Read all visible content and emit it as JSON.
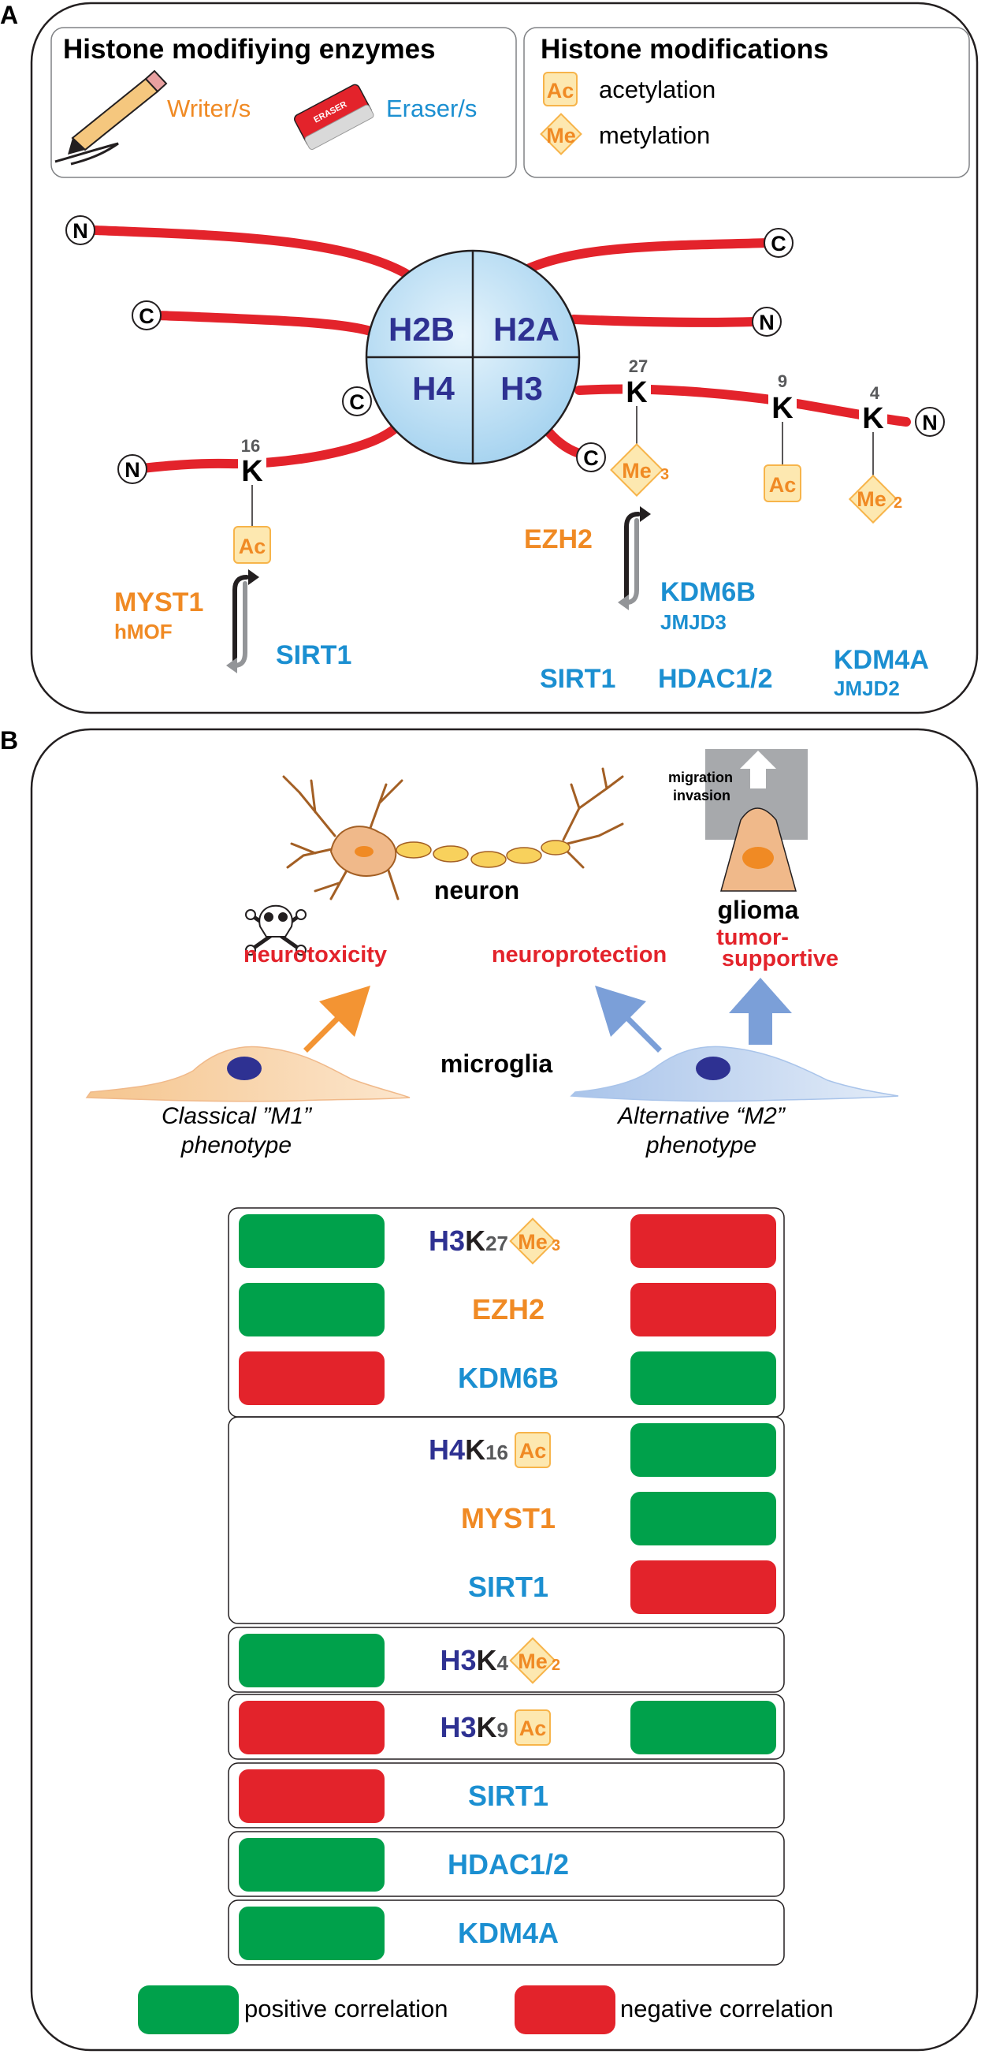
{
  "colors": {
    "writer": "#f08a24",
    "eraser": "#1b8fd1",
    "histone": "#2e3192",
    "tail": "#e3232b",
    "positive": "#00a14b",
    "negative": "#e3232b",
    "mark_fill": "#fde8b0",
    "mark_text": "#f08a24",
    "effect": "#e3232b"
  },
  "panel_a": {
    "label": "A",
    "legend_enzymes_title": "Histone modifiying enzymes",
    "writer_label": "Writer/s",
    "eraser_label": "Eraser/s",
    "eraser_stamp": "ERASER",
    "legend_mods_title": "Histone modifications",
    "ac_badge": "Ac",
    "ac_label": "acetylation",
    "me_badge": "Me",
    "me_label": "metylation",
    "histones": [
      "H2B",
      "H2A",
      "H4",
      "H3"
    ],
    "terminal_n": "N",
    "terminal_c": "C",
    "lysine": "K",
    "k27": "27",
    "k9": "9",
    "k4": "4",
    "k16": "16",
    "me3_sub": "3",
    "me2_sub": "2",
    "ezh2": "EZH2",
    "kdm6b": "KDM6B",
    "jmjd3": "JMJD3",
    "myst1": "MYST1",
    "hmof": "hMOF",
    "sirt1_h4": "SIRT1",
    "sirt1_h3": "SIRT1",
    "hdac": "HDAC1/2",
    "kdm4a": "KDM4A",
    "jmjd2": "JMJD2"
  },
  "panel_b": {
    "label": "B",
    "neuron": "neuron",
    "glioma": "glioma",
    "migration": "migration",
    "invasion": "invasion",
    "neurotoxicity": "neurotoxicity",
    "neuroprotection": "neuroprotection",
    "tumor_line1": "tumor-",
    "tumor_line2": "supportive",
    "microglia": "microglia",
    "m1_line1": "Classical ”M1”",
    "m1_line2": "phenotype",
    "m2_line1": "Alternative “M2”",
    "m2_line2": "phenotype",
    "rows": [
      {
        "id": "h3k27me3",
        "prefix": "H3",
        "k": "K",
        "num": "27",
        "badge": "Me",
        "badge_sub": "3",
        "label": "",
        "label_color": "histone",
        "left": "positive",
        "right": "negative"
      },
      {
        "id": "ezh2",
        "label": "EZH2",
        "label_color": "writer",
        "left": "positive",
        "right": "negative"
      },
      {
        "id": "kdm6b",
        "label": "KDM6B",
        "label_color": "eraser",
        "left": "negative",
        "right": "positive"
      },
      {
        "id": "h4k16ac",
        "prefix": "H4",
        "k": "K",
        "num": "16",
        "badge": "Ac",
        "label": "",
        "label_color": "histone",
        "left": "",
        "right": "positive"
      },
      {
        "id": "myst1",
        "label": "MYST1",
        "label_color": "writer",
        "left": "",
        "right": "positive"
      },
      {
        "id": "sirt1a",
        "label": "SIRT1",
        "label_color": "eraser",
        "left": "",
        "right": "negative"
      },
      {
        "id": "h3k4me2",
        "prefix": "H3",
        "k": "K",
        "num": "4",
        "badge": "Me",
        "badge_sub": "2",
        "label": "",
        "label_color": "histone",
        "left": "positive",
        "right": ""
      },
      {
        "id": "h3k9ac",
        "prefix": "H3",
        "k": "K",
        "num": "9",
        "badge": "Ac",
        "label": "",
        "label_color": "histone",
        "left": "negative",
        "right": "positive"
      },
      {
        "id": "sirt1b",
        "label": "SIRT1",
        "label_color": "eraser",
        "left": "negative",
        "right": ""
      },
      {
        "id": "hdac",
        "label": "HDAC1/2",
        "label_color": "eraser",
        "left": "positive",
        "right": ""
      },
      {
        "id": "kdm4a",
        "label": "KDM4A",
        "label_color": "eraser",
        "left": "positive",
        "right": ""
      }
    ],
    "legend_positive": "positive correlation",
    "legend_negative": "negative correlation"
  }
}
